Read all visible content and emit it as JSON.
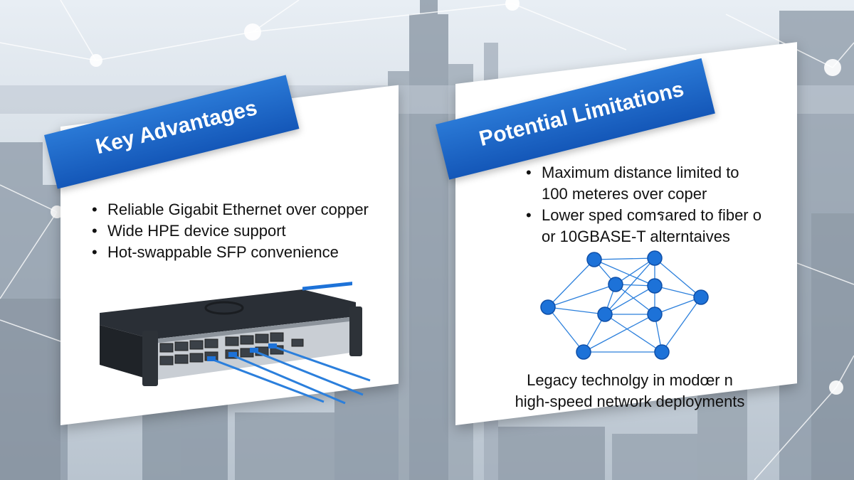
{
  "colors": {
    "banner": "#1a63c6",
    "node": "#1d72d8",
    "edge": "#2b7fdc",
    "card": "#ffffff"
  },
  "advantages": {
    "title": "Key Advantages",
    "items": [
      "Reliable Gigabit Ethernet over copper",
      "Wide HPE device support",
      "Hot-swappable SFP convenience"
    ],
    "illustration": "network-switch-with-cables"
  },
  "limitations": {
    "title": "Potential Limitations",
    "items": [
      [
        "Maximum distance limited to",
        "100 meteres over coper"
      ],
      [
        "Lower sped comรared to fiber o",
        "or 10GBASE-T alterntaives"
      ]
    ],
    "illustration": "network-mesh-graph",
    "caption": [
      "Legacy technolgy in modœr n",
      "high-speed network deployments"
    ]
  }
}
